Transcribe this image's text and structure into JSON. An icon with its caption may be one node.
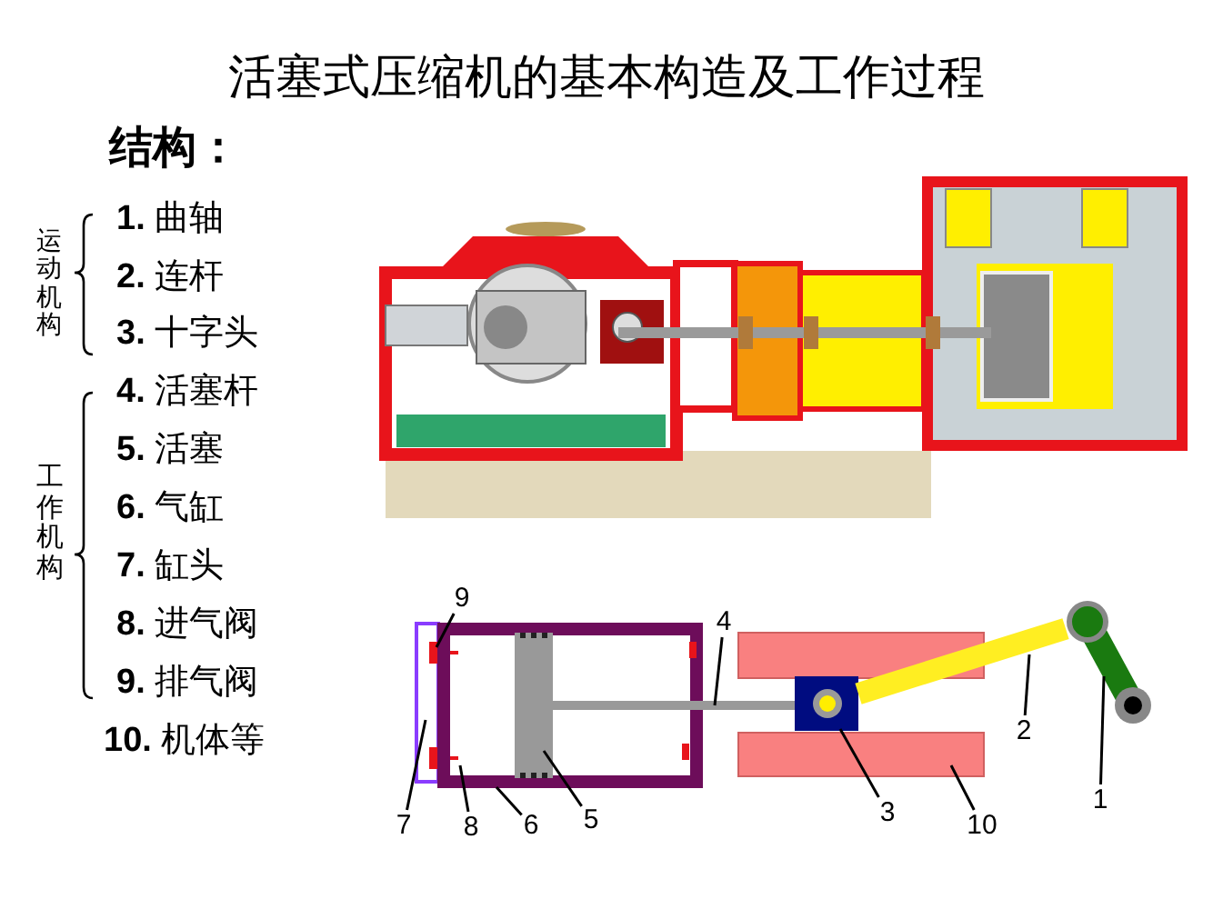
{
  "diagram": {
    "title": "活塞式压缩机的基本构造及工作过程",
    "nodes": [
      {
        "text": [
          "9"
        ]
      },
      {
        "text": [
          "4"
        ]
      },
      {
        "text": [
          "2"
        ]
      },
      {
        "text": [
          "7"
        ]
      },
      {
        "text": [
          "8"
        ]
      },
      {
        "text": [
          "6"
        ]
      },
      {
        "text": [
          "5"
        ]
      },
      {
        "text": [
          "3"
        ]
      },
      {
        "text": [
          "10"
        ]
      },
      {
        "text": [
          "1"
        ]
      },
      {
        "text": [],
        "shape": "box"
      },
      {
        "text": [],
        "shape": "box"
      },
      {
        "text": [],
        "shape": "box"
      },
      {
        "text": [],
        "shape": "box"
      },
      {
        "text": [],
        "shape": "box",
        "in": 13
      },
      {
        "text": [],
        "shape": "bar"
      },
      {
        "text": [],
        "shape": "box",
        "in": 17
      },
      {
        "text": [],
        "shape": "box"
      },
      {
        "text": [],
        "shape": "bar"
      },
      {
        "text": [],
        "shape": "bar"
      }
    ],
    "edges": [
      {
        "from": 0,
        "to": 11,
        "arrow": "none"
      },
      {
        "from": 1,
        "to": 15,
        "arrow": "none"
      },
      {
        "from": 2,
        "to": 18,
        "arrow": "none"
      },
      {
        "from": 3,
        "to": 10,
        "arrow": "none"
      },
      {
        "from": 4,
        "to": 12,
        "arrow": "none"
      },
      {
        "from": 5,
        "to": 13,
        "arrow": "none"
      },
      {
        "from": 6,
        "to": 14,
        "arrow": "none"
      },
      {
        "from": 7,
        "to": 16,
        "arrow": "none"
      },
      {
        "from": 8,
        "to": 17,
        "arrow": "none"
      },
      {
        "from": 9,
        "to": 19,
        "arrow": "none"
      }
    ],
    "labels": [
      "结构：",
      "**1.** 曲轴",
      "**2.** 连杆",
      "**3.** 十字头",
      "**4.** 活塞杆",
      "**5.** 活塞",
      "**6.** 气缸",
      "**7.** 缸头",
      "**8.** 进气阀",
      "**9.** 排气阀",
      "**10.** 机体等",
      "运动机构",
      "工作机构"
    ]
  }
}
